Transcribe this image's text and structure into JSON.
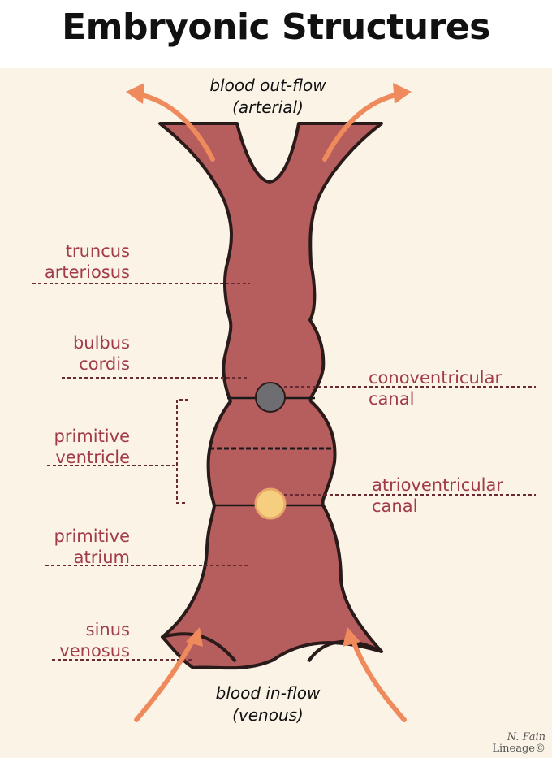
{
  "title": "Embryonic Structures",
  "outflow": {
    "line1": "blood out-flow",
    "line2": "(arterial)"
  },
  "inflow": {
    "line1": "blood in-flow",
    "line2": "(venous)"
  },
  "labels_left": {
    "truncus_1": "truncus",
    "truncus_2": "arteriosus",
    "bulbus_1": "bulbus",
    "bulbus_2": "cordis",
    "ventricle_1": "primitive",
    "ventricle_2": "ventricle",
    "atrium_1": "primitive",
    "atrium_2": "atrium",
    "sinus_1": "sinus",
    "sinus_2": "venosus"
  },
  "labels_right": {
    "cono_1": "conoventricular",
    "cono_2": "canal",
    "atrio_1": "atrioventricular",
    "atrio_2": "canal"
  },
  "signature": {
    "line1": "N. Fain",
    "line2": "Lineage©"
  },
  "colors": {
    "background": "#fbf3e6",
    "tube": "#b65d5d",
    "outline": "#2b1a1a",
    "label": "#a13b4a",
    "arrow": "#ef8a5c",
    "conoventricular_dot": "#6e6e72",
    "atrioventricular_dot": "#f5cf7f"
  }
}
